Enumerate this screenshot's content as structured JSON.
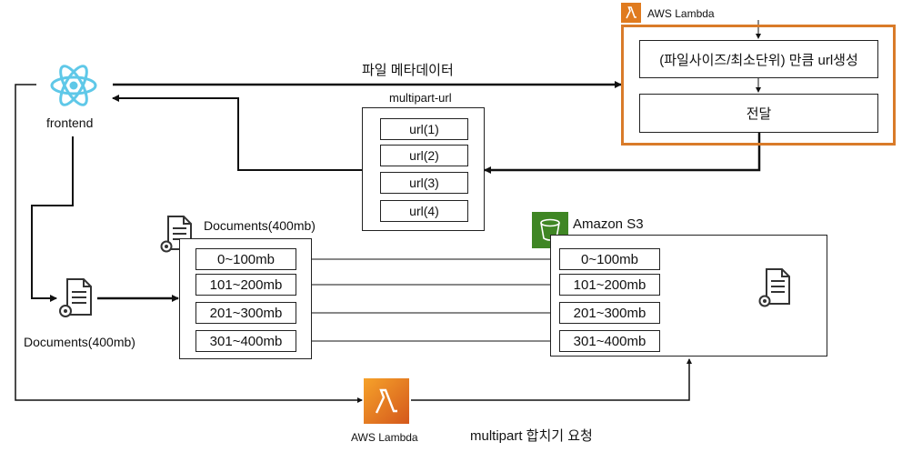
{
  "lambda_top": {
    "title": "AWS Lambda",
    "step1": "(파일사이즈/최소단위) 만큼 url생성",
    "step2": "전달",
    "border_color": "#d97b29"
  },
  "frontend": {
    "label": "frontend",
    "icon": "react-icon",
    "color": "#5fc8e8"
  },
  "metadata_label": "파일 메타데이터",
  "multipart_url": {
    "title": "multipart-url",
    "urls": [
      "url(1)",
      "url(2)",
      "url(3)",
      "url(4)"
    ]
  },
  "documents_left": {
    "label": "Documents(400mb)",
    "icon": "document-gear-icon"
  },
  "documents_chunks": {
    "title": "Documents(400mb)",
    "chunks": [
      "0~100mb",
      "101~200mb",
      "201~300mb",
      "301~400mb"
    ]
  },
  "s3": {
    "title": "Amazon S3",
    "chunks": [
      "0~100mb",
      "101~200mb",
      "201~300mb",
      "301~400mb"
    ],
    "icon": "s3-bucket-icon",
    "color": "#3f8624"
  },
  "lambda_bottom": {
    "label": "AWS Lambda",
    "merge_label": "multipart 합치기 요청",
    "icon": "lambda-icon"
  }
}
